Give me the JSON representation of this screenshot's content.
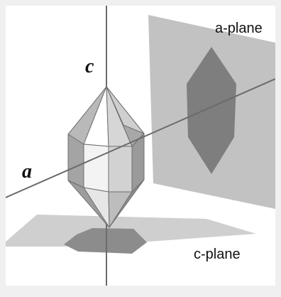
{
  "figure": {
    "labels": {
      "c_axis": "c",
      "a_axis": "a",
      "a_plane": "a-plane",
      "c_plane": "c-plane"
    }
  }
}
